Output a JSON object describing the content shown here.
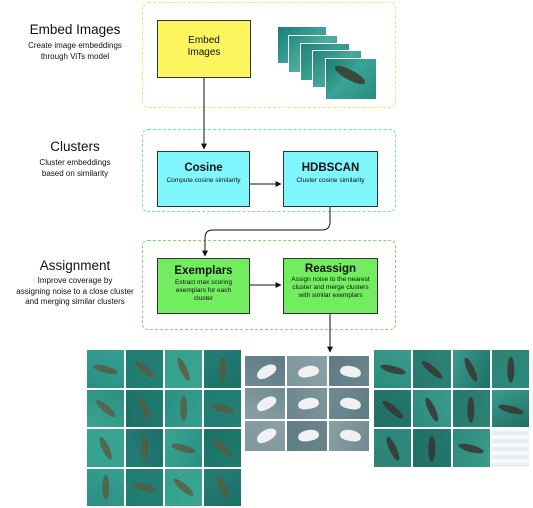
{
  "stages": [
    {
      "title": "Embed Images",
      "desc_lines": [
        "Create image embeddings",
        "through ViTs model"
      ],
      "frame_color": "#f4e56a"
    },
    {
      "title": "Clusters",
      "desc_lines": [
        "Cluster embeddings",
        "based on similarity"
      ],
      "frame_color": "#6fd8e8"
    },
    {
      "title": "Assignment",
      "desc_lines": [
        "Improve coverage by",
        "assigning noise to a close cluster",
        "and merging similar clusters"
      ],
      "frame_color": "#7fd66e"
    }
  ],
  "boxes": {
    "embed": {
      "title_lines": [
        "Embed",
        "Images"
      ],
      "color": "#fcf55f"
    },
    "cosine": {
      "title": "Cosine",
      "subtitle": "Compute cosine similarity",
      "color": "#80f6ff"
    },
    "hdbscan": {
      "title": "HDBSCAN",
      "subtitle": "Cluster cosine similarity",
      "color": "#80f6ff"
    },
    "exemplars": {
      "title": "Exemplars",
      "subtitle": "Extract max scoring exemplars for each cluster",
      "color": "#72ed5f"
    },
    "reassign": {
      "title": "Reassign",
      "subtitle": "Assign noise to the nearest cluster and merge clusters with similar exemplars",
      "color": "#72ed5f"
    }
  },
  "image_grids": [
    {
      "rows": 4,
      "cols": 4,
      "theme": "fish-teal"
    },
    {
      "rows": 3,
      "cols": 3,
      "theme": "birds"
    },
    {
      "rows": 3,
      "cols": 4,
      "theme": "fish-dark"
    }
  ]
}
